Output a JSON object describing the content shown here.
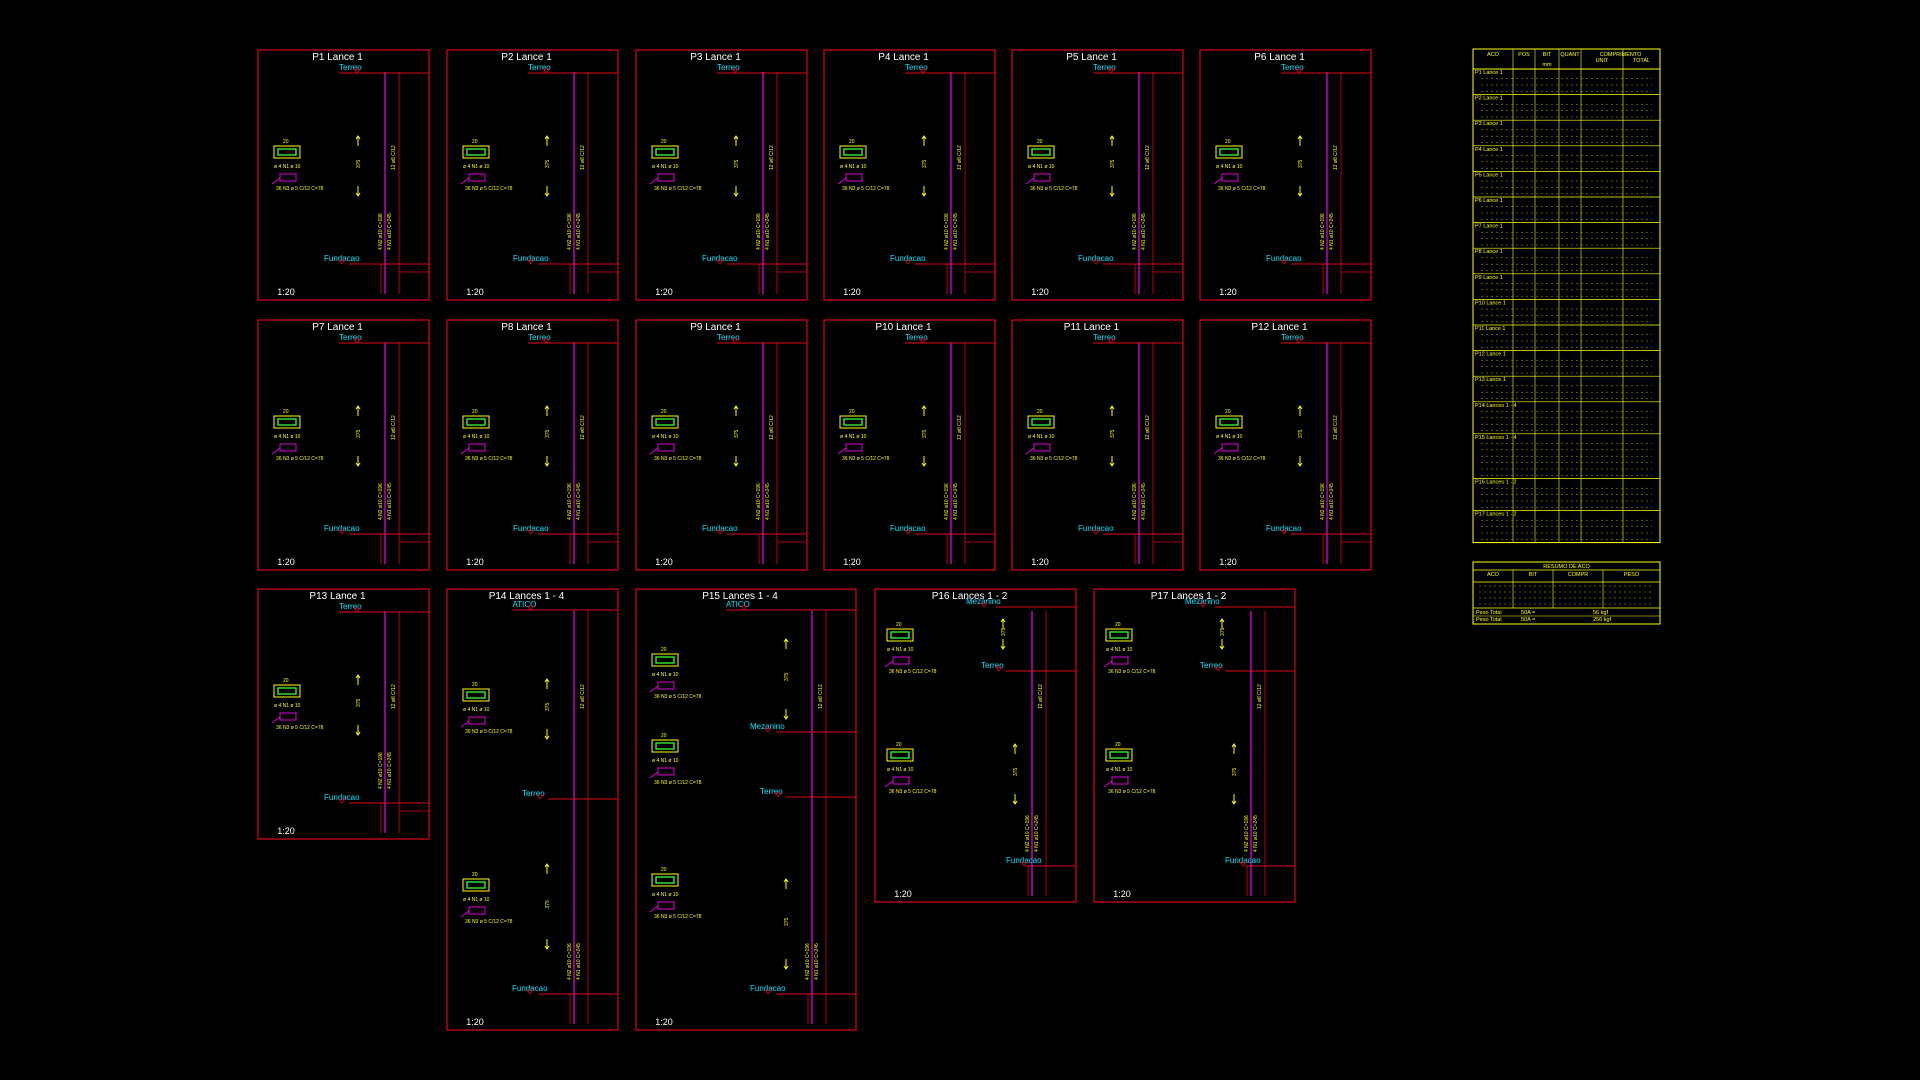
{
  "drawing": {
    "sheets": [
      {
        "title": "P1 Lance 1",
        "scale": "1:20",
        "levels": [
          "Terreo",
          "Fundacao"
        ],
        "type": "simple"
      },
      {
        "title": "P2 Lance 1",
        "scale": "1:20",
        "levels": [
          "Terreo",
          "Fundacao"
        ],
        "type": "simple"
      },
      {
        "title": "P3 Lance 1",
        "scale": "1:20",
        "levels": [
          "Terreo",
          "Fundacao"
        ],
        "type": "simple"
      },
      {
        "title": "P4 Lance 1",
        "scale": "1:20",
        "levels": [
          "Terreo",
          "Fundacao"
        ],
        "type": "simple"
      },
      {
        "title": "P5 Lance 1",
        "scale": "1:20",
        "levels": [
          "Terreo",
          "Fundacao"
        ],
        "type": "simple"
      },
      {
        "title": "P6 Lance 1",
        "scale": "1:20",
        "levels": [
          "Terreo",
          "Fundacao"
        ],
        "type": "simple"
      },
      {
        "title": "P7 Lance 1",
        "scale": "1:20",
        "levels": [
          "Terreo",
          "Fundacao"
        ],
        "type": "simple"
      },
      {
        "title": "P8 Lance 1",
        "scale": "1:20",
        "levels": [
          "Terreo",
          "Fundacao"
        ],
        "type": "simple"
      },
      {
        "title": "P9 Lance 1",
        "scale": "1:20",
        "levels": [
          "Terreo",
          "Fundacao"
        ],
        "type": "simple"
      },
      {
        "title": "P10 Lance 1",
        "scale": "1:20",
        "levels": [
          "Terreo",
          "Fundacao"
        ],
        "type": "simple"
      },
      {
        "title": "P11 Lance 1",
        "scale": "1:20",
        "levels": [
          "Terreo",
          "Fundacao"
        ],
        "type": "simple"
      },
      {
        "title": "P12 Lance 1",
        "scale": "1:20",
        "levels": [
          "Terreo",
          "Fundacao"
        ],
        "type": "simple"
      },
      {
        "title": "P13 Lance 1",
        "scale": "1:20",
        "levels": [
          "Terreo",
          "Fundacao"
        ],
        "type": "simple"
      },
      {
        "title": "P14 Lances 1 - 4",
        "scale": "1:20",
        "levels": [
          "ATICO",
          "Terreo",
          "Fundacao"
        ],
        "type": "tall"
      },
      {
        "title": "P15 Lances 1 - 4",
        "scale": "1:20",
        "levels": [
          "ATICO",
          "Mezanino",
          "Terreo",
          "Fundacao"
        ],
        "type": "tall"
      },
      {
        "title": "P16 Lances 1 - 2",
        "scale": "1:20",
        "levels": [
          "Mezanino",
          "Terreo",
          "Fundacao"
        ],
        "type": "medium"
      },
      {
        "title": "P17 Lances 1 - 2",
        "scale": "1:20",
        "levels": [
          "Mezanino",
          "Terreo",
          "Fundacao"
        ],
        "type": "medium"
      }
    ],
    "annotations": {
      "dimension_vertical": "375",
      "dim_small": "20",
      "bar_label": "36 N3 ø 5 C/12 C=78",
      "stirrup_label": "ø 4 N1 ø 10"
    },
    "steel_table": {
      "header": [
        "ACO",
        "POS",
        "BIT",
        "QUANT",
        "COMPRIMENTO"
      ],
      "subheader": [
        "",
        "",
        "mm",
        "",
        "UNIT",
        "TOTAL"
      ],
      "groups": [
        "P1 Lance 1",
        "P2 Lance 1",
        "P3 Lance 1",
        "P4 Lance 1",
        "P5 Lance 1",
        "P6 Lance 1",
        "P7 Lance 1",
        "P8 Lance 1",
        "P9 Lance 1",
        "P10 Lance 1",
        "P11 Lance 1",
        "P12 Lance 1",
        "P13 Lance 1",
        "P14 Lances 1 - 4",
        "P15 Lances 1 - 4",
        "P16 Lances 1 - 2",
        "P17 Lances 1 - 2"
      ]
    },
    "summary_table": {
      "title": "RESUMO DE ACO",
      "header": [
        "ACO",
        "BIT",
        "COMPR",
        "PESO"
      ],
      "footer": [
        {
          "label": "Peso Total",
          "steel": "50A =",
          "value": "56 kgf"
        },
        {
          "label": "Peso Total",
          "steel": "50A =",
          "value": "256 kgf"
        }
      ]
    },
    "colors": {
      "frame": "#e0001a",
      "column": "#e000e0",
      "level": "#00e5ff",
      "text": "#ffff00",
      "section": "#33ff33",
      "background": "#000000"
    }
  }
}
